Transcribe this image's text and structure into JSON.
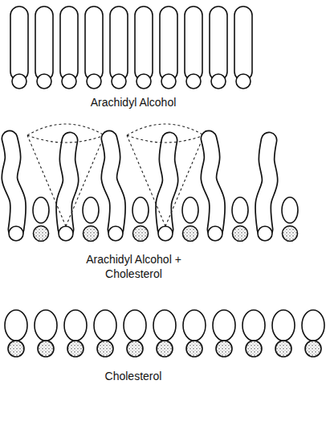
{
  "diagram": {
    "labels": [
      "Arachidyl Alcohol",
      "Arachidyl Alcohol + Cholesterol",
      "Cholesterol"
    ]
  }
}
